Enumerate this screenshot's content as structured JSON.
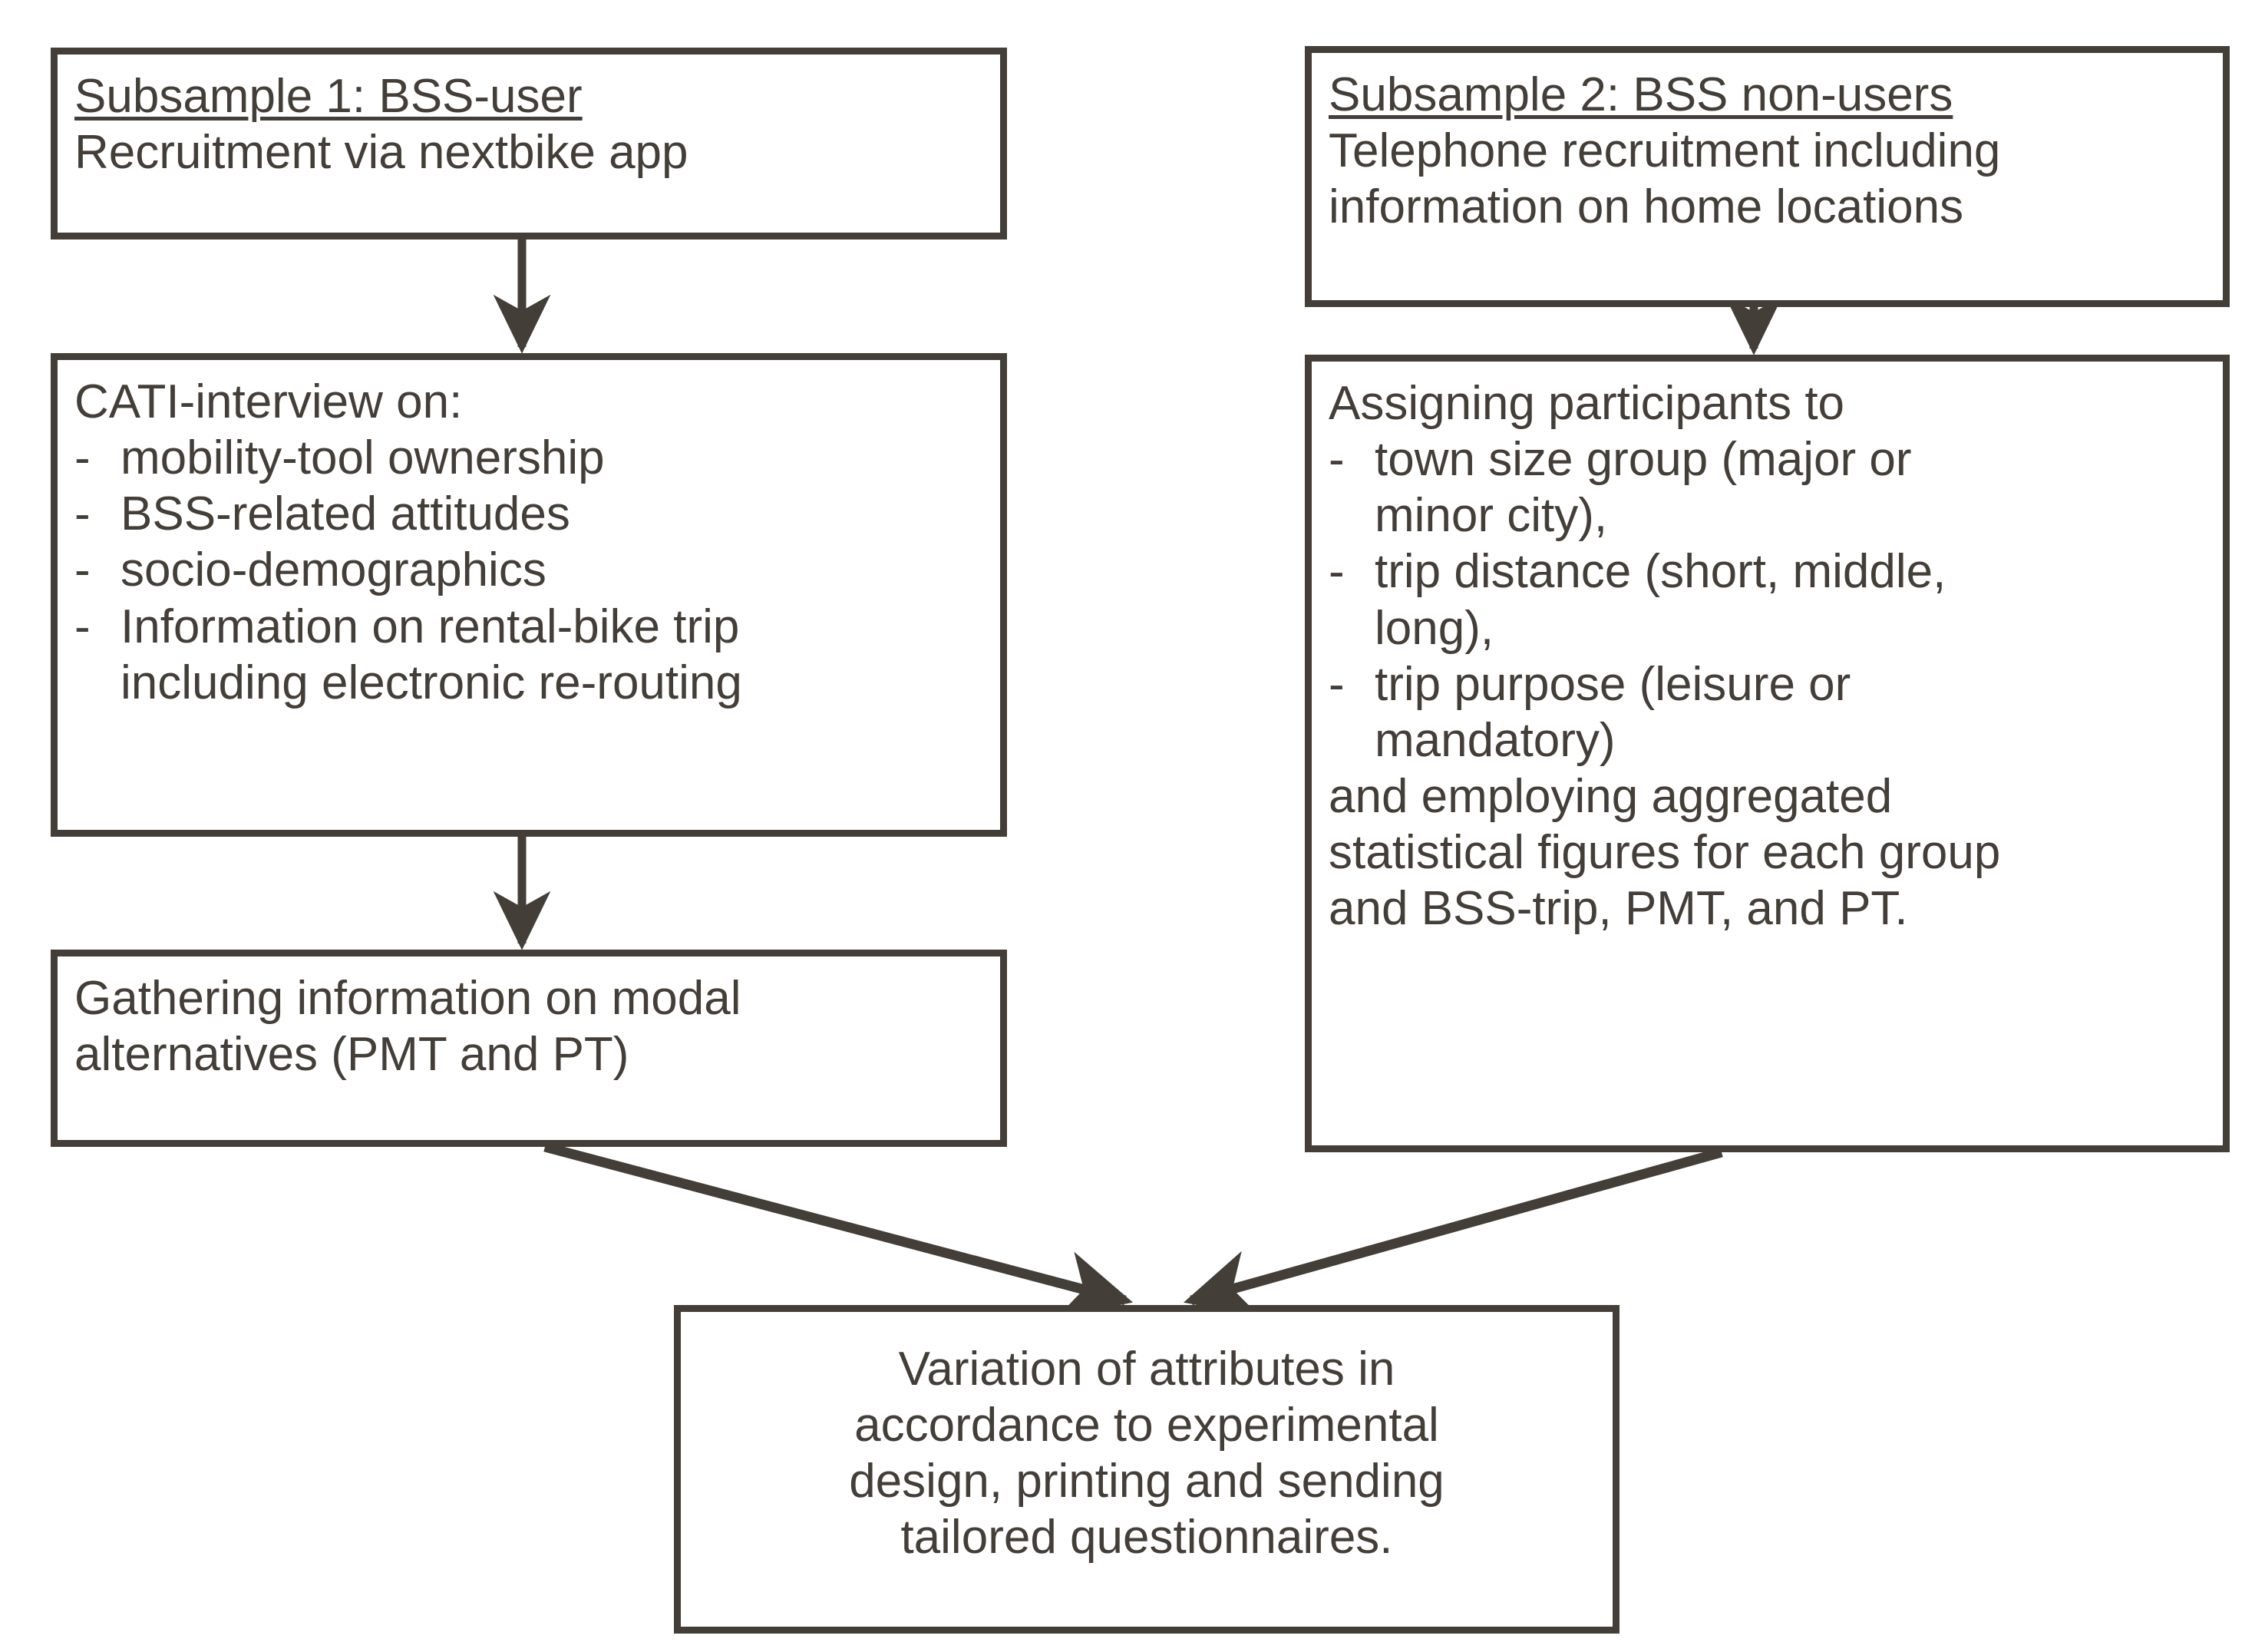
{
  "diagram": {
    "title": "Two-subsample survey recruitment and experimental design flowchart",
    "stroke_color": "#433E38",
    "background_color": "#FFFFFF",
    "nodes": {
      "subsample1": {
        "heading": "Subsample 1: BSS-user",
        "line2": "Recruitment via nextbike app"
      },
      "cati": {
        "heading": "CATI-interview on:",
        "dash": "-",
        "bullets": [
          "mobility-tool ownership",
          "BSS-related attitudes",
          "socio-demographics",
          "Information on rental-bike trip\nincluding electronic re-routing"
        ]
      },
      "gathering": {
        "line1": "Gathering information on modal",
        "line2": "alternatives (PMT and PT)"
      },
      "subsample2": {
        "heading": "Subsample 2: BSS non-users",
        "line2": "Telephone recruitment including",
        "line3": "information on home locations"
      },
      "assigning": {
        "heading": "Assigning participants to",
        "dash": "-",
        "bullets": [
          "town size group (major or\nminor city),",
          "trip distance (short, middle,\nlong),",
          "trip purpose (leisure or\nmandatory)"
        ],
        "tail1": "and employing aggregated",
        "tail2": "statistical figures for each group",
        "tail3": "and BSS-trip, PMT, and PT."
      },
      "variation": {
        "line1": "Variation of attributes in",
        "line2": "accordance to experimental",
        "line3": "design, printing and sending",
        "line4": "tailored questionnaires."
      }
    },
    "edges": [
      {
        "name": "subsample1-to-cati",
        "type": "vertical-arrow"
      },
      {
        "name": "cati-to-gathering",
        "type": "vertical-arrow"
      },
      {
        "name": "subsample2-to-assigning",
        "type": "vertical-arrow"
      },
      {
        "name": "gathering-to-variation",
        "type": "diagonal-arrow"
      },
      {
        "name": "assigning-to-variation",
        "type": "diagonal-arrow"
      }
    ]
  }
}
